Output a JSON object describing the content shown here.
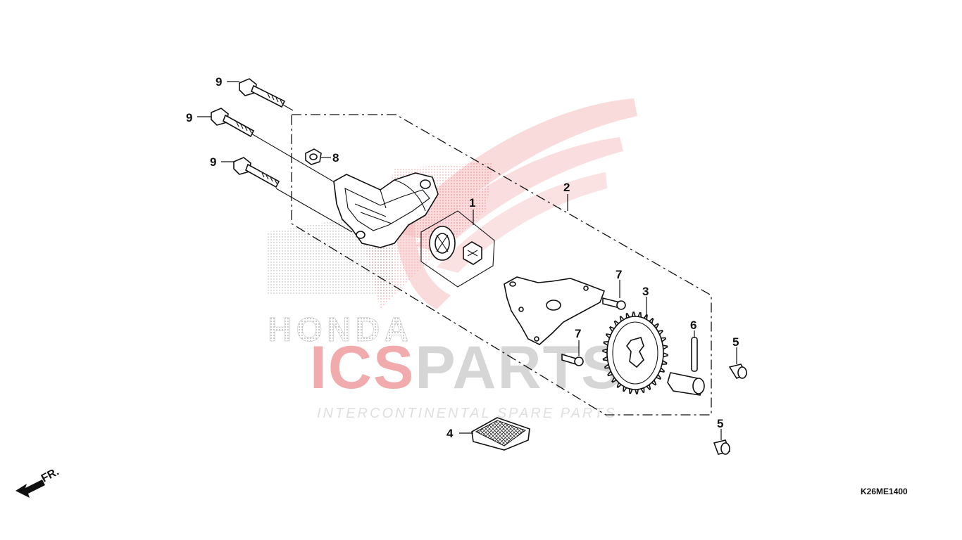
{
  "watermark": {
    "brand_line1_red": "ICS",
    "brand_line1_grey": "PARTS",
    "tagline": "INTERCONTINENTAL SPARE PARTS",
    "honda_text": "HONDA",
    "brand_red": "#e8434a",
    "brand_grey": "#c9c9c9"
  },
  "diagram": {
    "code": "K26ME1400",
    "front_arrow_label": "FR."
  },
  "callouts": [
    {
      "id": "c9a",
      "label": "9"
    },
    {
      "id": "c9b",
      "label": "9"
    },
    {
      "id": "c9c",
      "label": "9"
    },
    {
      "id": "c8",
      "label": "8"
    },
    {
      "id": "c1",
      "label": "1"
    },
    {
      "id": "c2",
      "label": "2"
    },
    {
      "id": "c7a",
      "label": "7"
    },
    {
      "id": "c7b",
      "label": "7"
    },
    {
      "id": "c3",
      "label": "3"
    },
    {
      "id": "c6",
      "label": "6"
    },
    {
      "id": "c5a",
      "label": "5"
    },
    {
      "id": "c5b",
      "label": "5"
    },
    {
      "id": "c4",
      "label": "4"
    }
  ]
}
